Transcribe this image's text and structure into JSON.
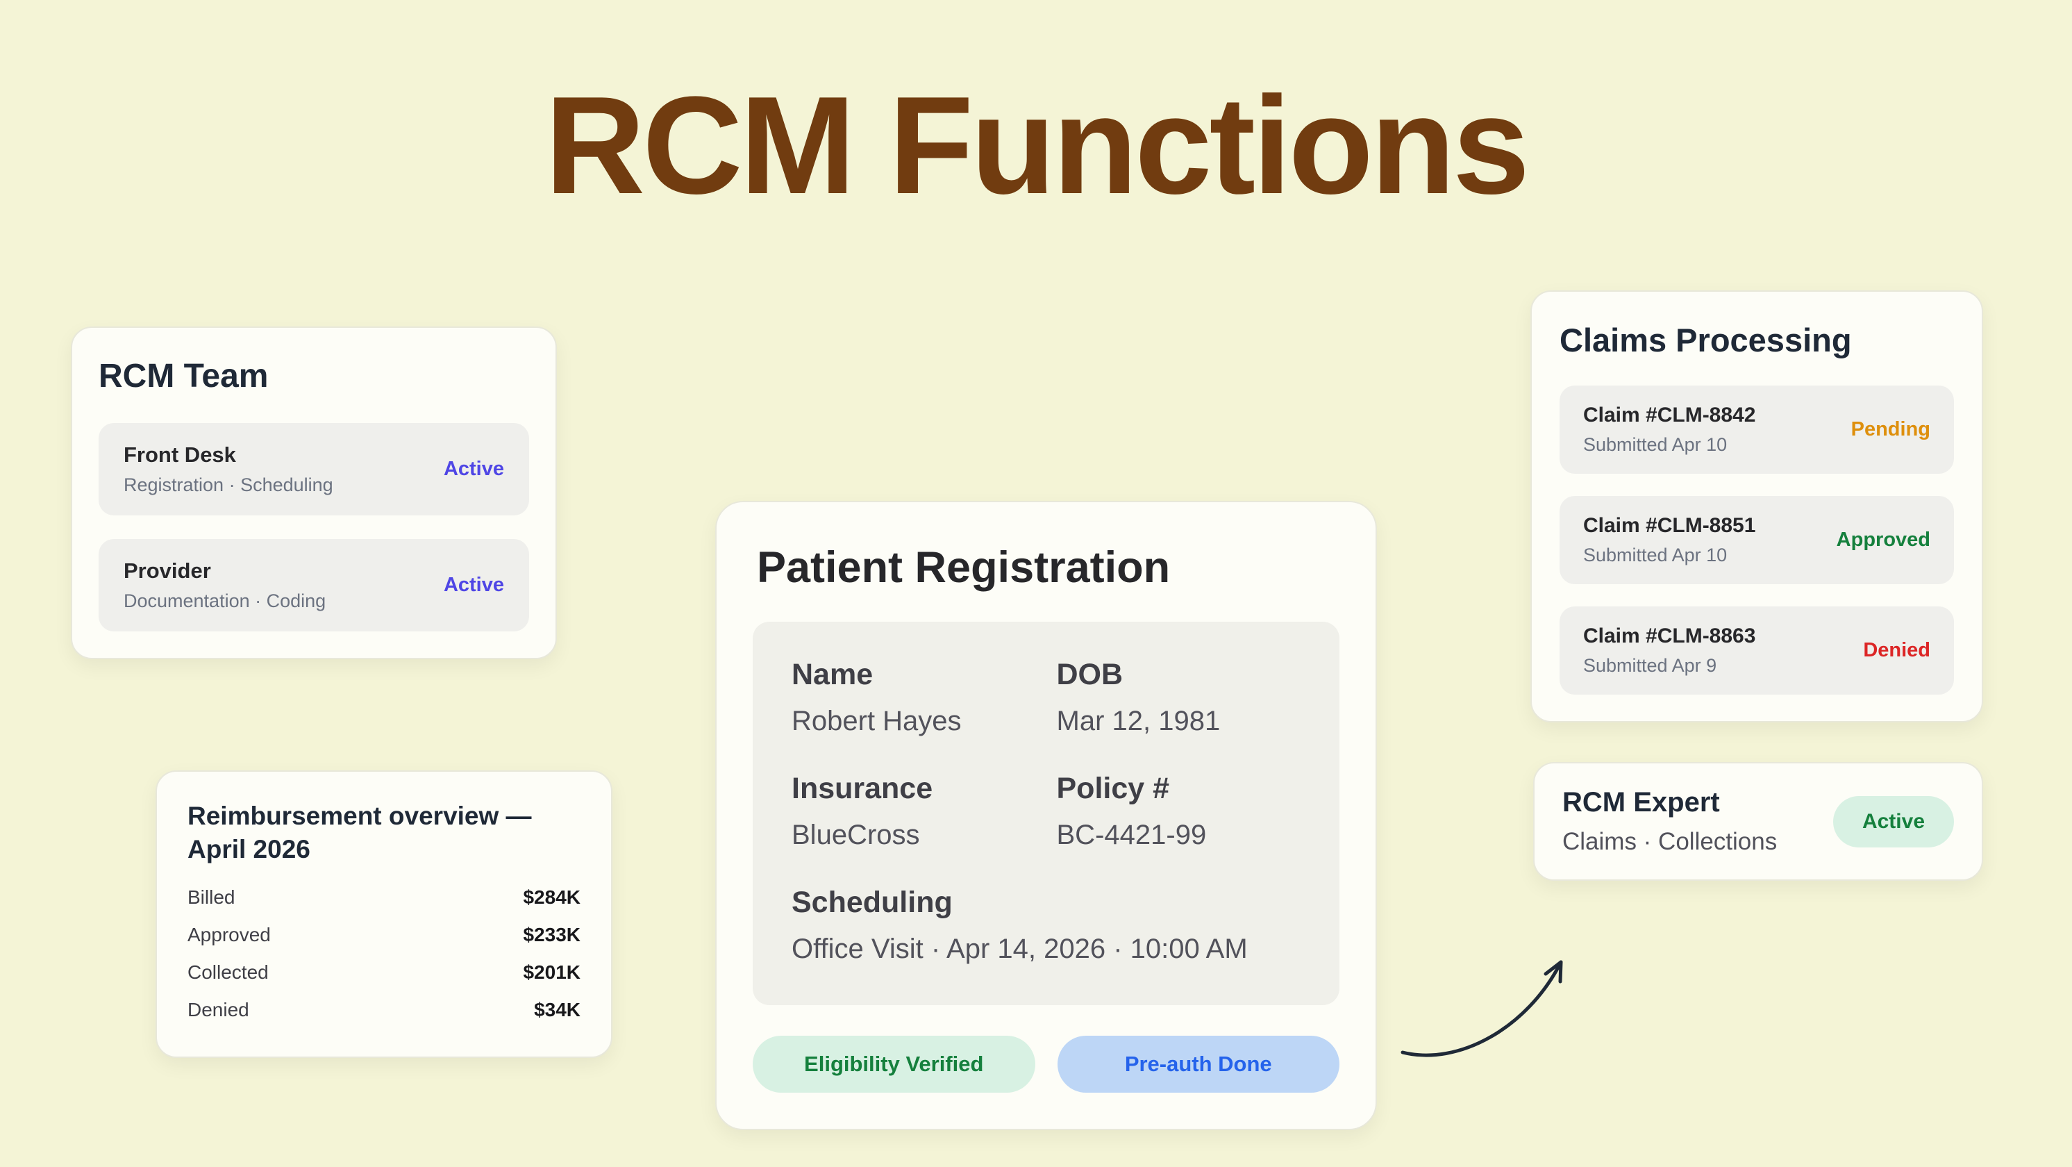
{
  "page": {
    "title": "RCM Functions"
  },
  "rcm_team": {
    "title": "RCM Team",
    "members": [
      {
        "name": "Front Desk",
        "detail": "Registration · Scheduling",
        "status": "Active"
      },
      {
        "name": "Provider",
        "detail": "Documentation · Coding",
        "status": "Active"
      }
    ]
  },
  "reimbursement": {
    "title": "Reimbursement overview — April 2026",
    "rows": [
      {
        "label": "Billed",
        "value": "$284K"
      },
      {
        "label": "Approved",
        "value": "$233K"
      },
      {
        "label": "Collected",
        "value": "$201K"
      },
      {
        "label": "Denied",
        "value": "$34K"
      }
    ]
  },
  "patient_registration": {
    "title": "Patient Registration",
    "fields": [
      {
        "label": "Name",
        "value": "Robert Hayes"
      },
      {
        "label": "DOB",
        "value": "Mar 12, 1981"
      },
      {
        "label": "Insurance",
        "value": "BlueCross"
      },
      {
        "label": "Policy #",
        "value": "BC-4421-99"
      },
      {
        "label": "Scheduling",
        "value": "Office Visit · Apr 14, 2026 · 10:00 AM"
      }
    ],
    "badges": [
      {
        "label": "Eligibility Verified",
        "color": "#15803d",
        "background": "#d8f1e3"
      },
      {
        "label": "Pre-auth Done",
        "color": "#2563eb",
        "background": "#bdd6f6"
      }
    ]
  },
  "claims_processing": {
    "title": "Claims Processing",
    "claims": [
      {
        "id": "Claim #CLM-8842",
        "submitted": "Submitted Apr 10",
        "status": "Pending",
        "status_color": "#de8f0c"
      },
      {
        "id": "Claim #CLM-8851",
        "submitted": "Submitted Apr 10",
        "status": "Approved",
        "status_color": "#15803d"
      },
      {
        "id": "Claim #CLM-8863",
        "submitted": "Submitted Apr 9",
        "status": "Denied",
        "status_color": "#dc2626"
      }
    ]
  },
  "rcm_expert": {
    "title": "RCM Expert",
    "subtitle": "Claims · Collections",
    "status": "Active"
  },
  "colors": {
    "background": "#f4f4d6",
    "title": "#713c10",
    "card_background": "#fdfdf7",
    "tile_background": "#efefec",
    "active_indigo": "#4f46e5",
    "pending_orange": "#de8f0c",
    "approved_green": "#15803d",
    "denied_red": "#dc2626"
  }
}
